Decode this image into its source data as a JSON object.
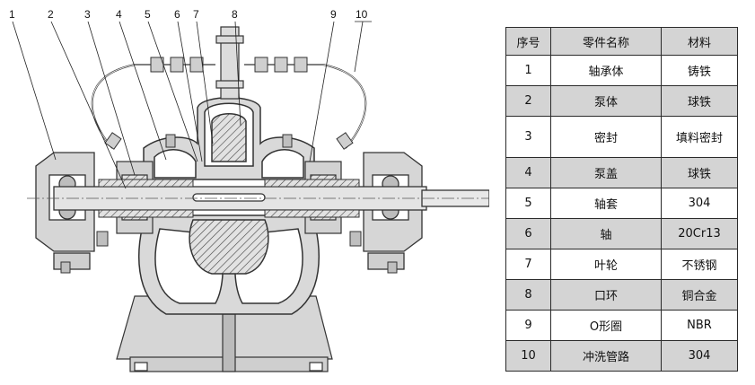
{
  "callouts": [
    "1",
    "2",
    "3",
    "4",
    "5",
    "6",
    "7",
    "8",
    "9",
    "10"
  ],
  "table": {
    "headers": [
      "序号",
      "零件名称",
      "材料"
    ],
    "rows": [
      {
        "no": "1",
        "name": "轴承体",
        "material": "铸铁"
      },
      {
        "no": "2",
        "name": "泵体",
        "material": "球铁"
      },
      {
        "no": "3",
        "name": "密封",
        "material": "填料密封"
      },
      {
        "no": "4",
        "name": "泵盖",
        "material": "球铁"
      },
      {
        "no": "5",
        "name": "轴套",
        "material": "304"
      },
      {
        "no": "6",
        "name": "轴",
        "material": "20Cr13"
      },
      {
        "no": "7",
        "name": "叶轮",
        "material": "不锈钢"
      },
      {
        "no": "8",
        "name": "口环",
        "material": "铜合金"
      },
      {
        "no": "9",
        "name": "O形圈",
        "material": "NBR"
      },
      {
        "no": "10",
        "name": "冲洗管路",
        "material": "304"
      }
    ]
  },
  "colors": {
    "line": "#333333",
    "fill": "#cfcfcf",
    "hatch": "#555555",
    "table_shade": "#d4d4d4"
  }
}
